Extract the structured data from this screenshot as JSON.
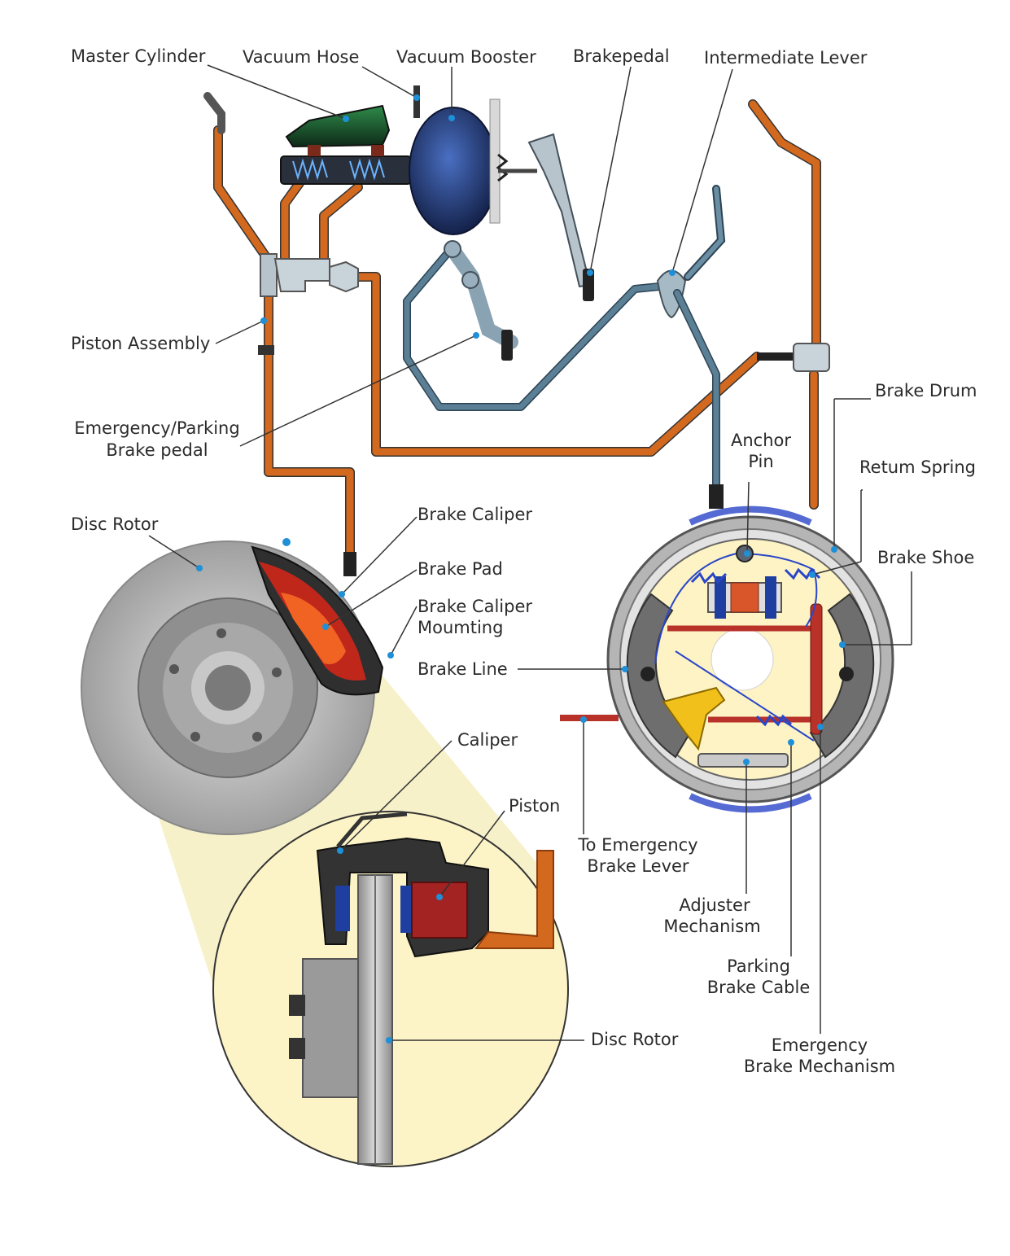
{
  "labels": {
    "master_cylinder": "Master Cylinder",
    "vacuum_hose": "Vacuum Hose",
    "vacuum_booster": "Vacuum Booster",
    "brakepedal": "Brakepedal",
    "intermediate_lever": "Intermediate Lever",
    "piston_assembly": "Piston Assembly",
    "parking_pedal_1": "Emergency/Parking",
    "parking_pedal_2": "Brake pedal",
    "brake_drum": "Brake Drum",
    "anchor_pin_1": "Anchor",
    "anchor_pin_2": "Pin",
    "return_spring": "Retum Spring",
    "disc_rotor_top": "Disc Rotor",
    "brake_caliper": "Brake Caliper",
    "brake_pad": "Brake Pad",
    "brake_shoe": "Brake Shoe",
    "caliper_mounting_1": "Brake Caliper",
    "caliper_mounting_2": "Moumting",
    "brake_line": "Brake Line",
    "caliper": "Caliper",
    "piston": "Piston",
    "to_emergency_1": "To Emergency",
    "to_emergency_2": "Brake Lever",
    "adjuster_1": "Adjuster",
    "adjuster_2": "Mechanism",
    "disc_rotor_bottom": "Disc Rotor",
    "parking_cable_1": "Parking",
    "parking_cable_2": "Brake Cable",
    "emergency_mech_1": "Emergency",
    "emergency_mech_2": "Brake Mechanism"
  },
  "colors": {
    "brake_line": "#d2691e",
    "label_dot": "#1e90d8",
    "booster": "#1f3a78",
    "drum_interior": "#fdf3c4",
    "rotor": "#b5b5b5",
    "pad": "#e8501f",
    "caliper_body": "#3a3a3a",
    "cable": "#5b7f95"
  }
}
